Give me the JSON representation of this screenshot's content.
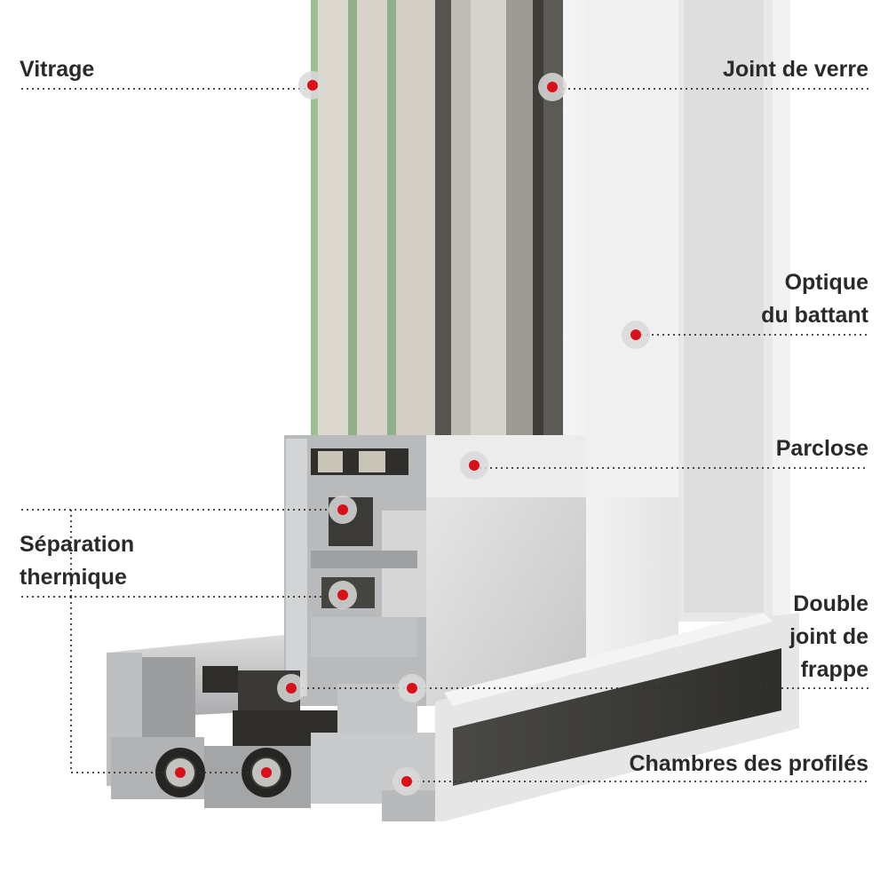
{
  "labels": {
    "vitrage": "Vitrage",
    "joint_de_verre": "Joint de verre",
    "optique_line1": "Optique",
    "optique_line2": "du battant",
    "parclose": "Parclose",
    "separation_line1": "Séparation",
    "separation_line2": "thermique",
    "double_line1": "Double",
    "double_line2": "joint de",
    "double_line3": "frappe",
    "chambres": "Chambres des profilés"
  },
  "colors": {
    "marker_dot": "#d8101a",
    "marker_halo": "#d9d9d9",
    "leader_line": "#333333",
    "label_text": "#2a2a2a",
    "glass_green": "#8fb088",
    "aluminium": "#c9cacb",
    "gasket": "#3c3b38",
    "panel_white": "#ededed"
  }
}
